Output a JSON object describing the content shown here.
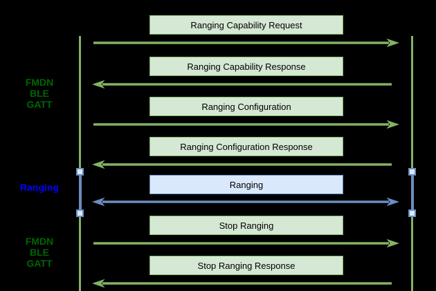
{
  "diagram": {
    "side_labels": [
      {
        "lines": [
          "FMDN",
          "BLE",
          "GATT"
        ],
        "color": "#006600"
      },
      {
        "lines": [
          "Ranging"
        ],
        "color": "#0000ff"
      },
      {
        "lines": [
          "FMDN",
          "BLE",
          "GATT"
        ],
        "color": "#006600"
      }
    ],
    "messages": [
      {
        "label": "Ranging Capability Request",
        "direction": "right",
        "theme": "green"
      },
      {
        "label": "Ranging Capability Response",
        "direction": "left",
        "theme": "green"
      },
      {
        "label": "Ranging Configuration",
        "direction": "right",
        "theme": "green"
      },
      {
        "label": "Ranging Configuration Response",
        "direction": "left",
        "theme": "green"
      },
      {
        "label": "Ranging",
        "direction": "both",
        "theme": "blue"
      },
      {
        "label": "Stop Ranging",
        "direction": "right",
        "theme": "green"
      },
      {
        "label": "Stop Ranging Response",
        "direction": "left",
        "theme": "green"
      }
    ],
    "colors": {
      "background": "#000000",
      "green_fill": "#d5e8d4",
      "green_stroke": "#82b366",
      "blue_fill": "#dae8fc",
      "blue_stroke": "#6c8ebf",
      "label_green": "#006600",
      "label_blue": "#0000ff",
      "text": "#000000"
    }
  }
}
